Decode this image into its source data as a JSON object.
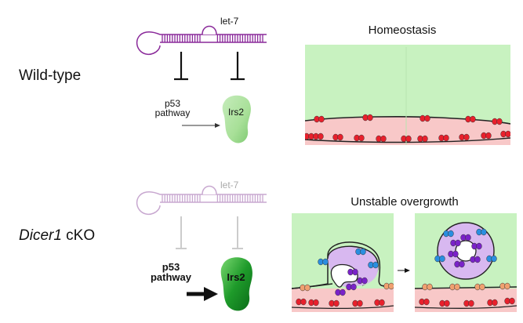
{
  "rows": {
    "wildtype": {
      "label": "Wild-type"
    },
    "cko": {
      "label_italic": "Dicer1",
      "label_suffix": " cKO"
    }
  },
  "top": {
    "mirna_label": "let-7",
    "p53_line1": "p53",
    "p53_line2": "pathway",
    "target_label": "Irs2",
    "panel_title": "Homeostasis"
  },
  "bottom": {
    "mirna_label": "let-7",
    "p53_line1": "p53",
    "p53_line2": "pathway",
    "target_label": "Irs2",
    "panel_title": "Unstable overgrowth"
  },
  "colors": {
    "background_green": "#c8f2c0",
    "basal_pink": "#f8c8c8",
    "red_cells": "#e8202c",
    "purple_layer": "#d8b8f0",
    "purple_cells": "#7a22c8",
    "blue_cells": "#2a8ee0",
    "orange_cells": "#f0a070",
    "hairpin_purple": "#8a2a9a",
    "hairpin_faded": "#c8a8d0",
    "irs2_light": "#a8e098",
    "irs2_dark": "#1e9a2a"
  }
}
